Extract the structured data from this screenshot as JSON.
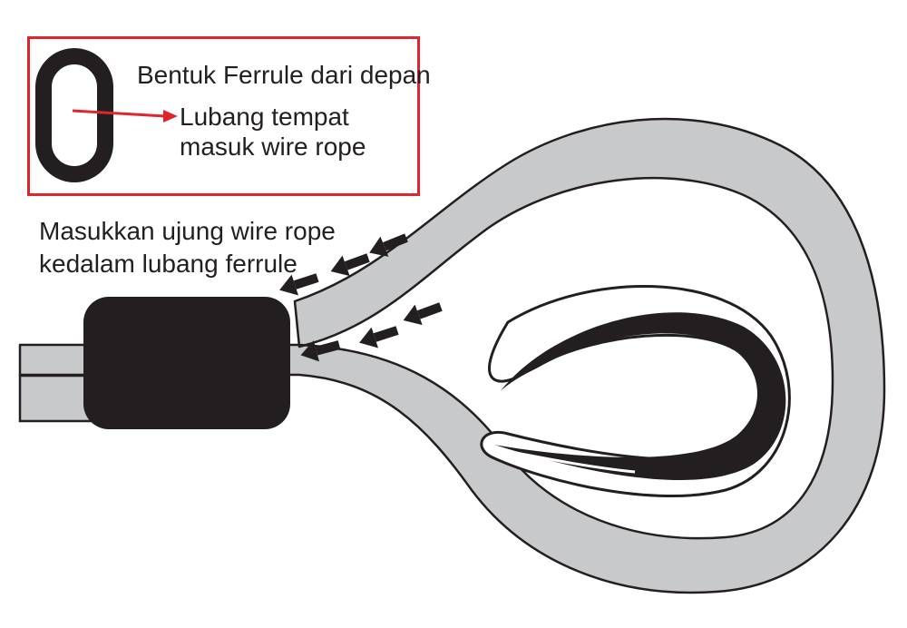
{
  "legend": {
    "title": "Bentuk Ferrule dari depan",
    "hole_label_line1": "Lubang tempat",
    "hole_label_line2": "masuk wire rope"
  },
  "instruction": {
    "line1": "Masukkan ujung wire rope",
    "line2": "kedalam lubang ferrule"
  },
  "colors": {
    "rope": "#c8c9cb",
    "ferrule": "#231f20",
    "outline": "#231f20",
    "accent": "#e0262b"
  }
}
